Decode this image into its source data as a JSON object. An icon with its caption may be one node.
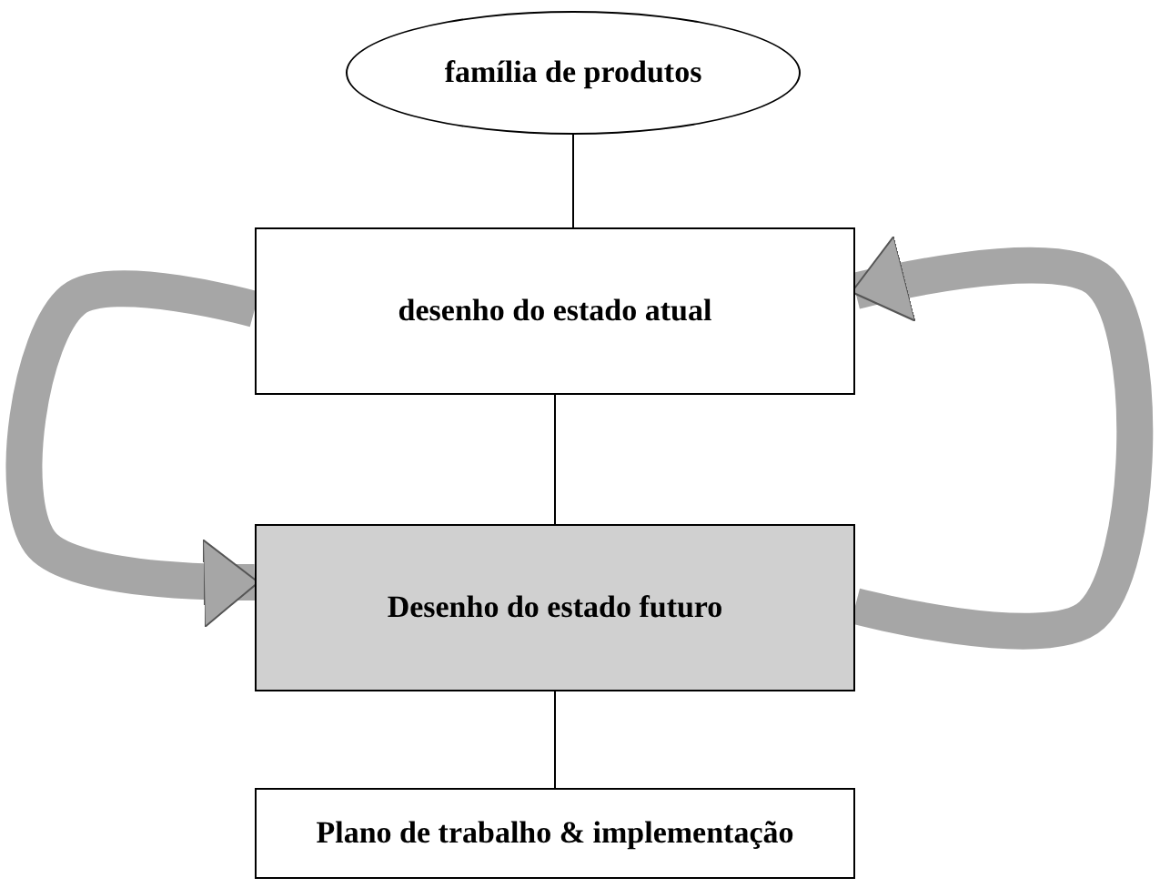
{
  "diagram": {
    "nodes": [
      {
        "text": [
          "família de produtos"
        ]
      },
      {
        "text": [
          "desenho do estado atual"
        ]
      },
      {
        "text": [
          "Desenho do estado futuro"
        ]
      },
      {
        "text": [
          "Plano de trabalho & implementação"
        ]
      }
    ],
    "edges": [
      {
        "from": 0,
        "to": 1,
        "arrow": "none"
      },
      {
        "from": 1,
        "to": 2,
        "arrow": "none"
      },
      {
        "from": 2,
        "to": 3,
        "arrow": "none"
      },
      {
        "from": 1,
        "to": 2,
        "arrow": "to",
        "style": "thick",
        "color": "#a6a6a6"
      },
      {
        "from": 2,
        "to": 1,
        "arrow": "to",
        "style": "thick",
        "color": "#a6a6a6"
      }
    ]
  }
}
